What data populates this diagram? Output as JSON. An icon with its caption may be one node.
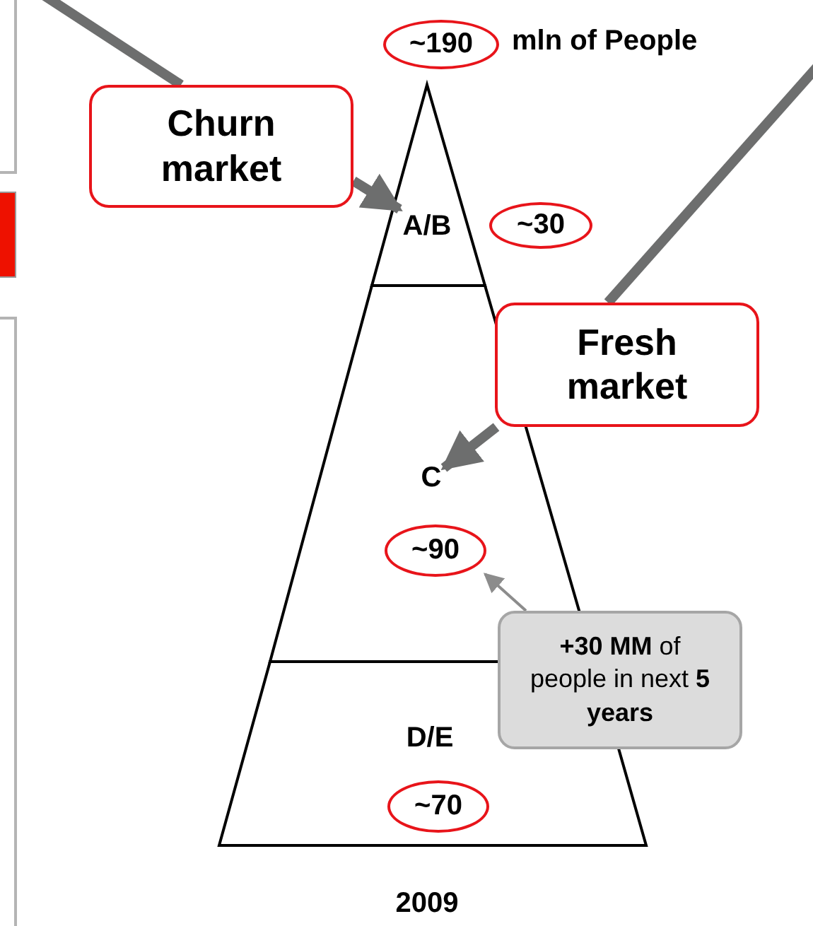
{
  "diagram": {
    "nodes": [
      {
        "text": [
          "~190"
        ],
        "beside": [
          "mln of People"
        ]
      },
      {
        "text": [
          "Churn market"
        ]
      },
      {
        "text": [
          "A/B"
        ]
      },
      {
        "text": [
          "~30"
        ]
      },
      {
        "text": [
          "Fresh market"
        ]
      },
      {
        "text": [
          "C"
        ]
      },
      {
        "text": [
          "~90"
        ]
      },
      {
        "text": [
          "**+30 MM** of people in next **5 years**"
        ]
      },
      {
        "text": [
          "D/E"
        ]
      },
      {
        "text": [
          "~70"
        ]
      }
    ],
    "edges": [
      {
        "from": null,
        "to": 1,
        "arrow": "none"
      },
      {
        "from": 1,
        "to": 2,
        "arrow": "to"
      },
      {
        "from": null,
        "to": 4,
        "arrow": "none"
      },
      {
        "from": 4,
        "to": 5,
        "arrow": "to"
      },
      {
        "from": 7,
        "to": 6,
        "arrow": "to",
        "color": "#8c8c8c"
      }
    ],
    "labels": [
      "2009"
    ]
  }
}
